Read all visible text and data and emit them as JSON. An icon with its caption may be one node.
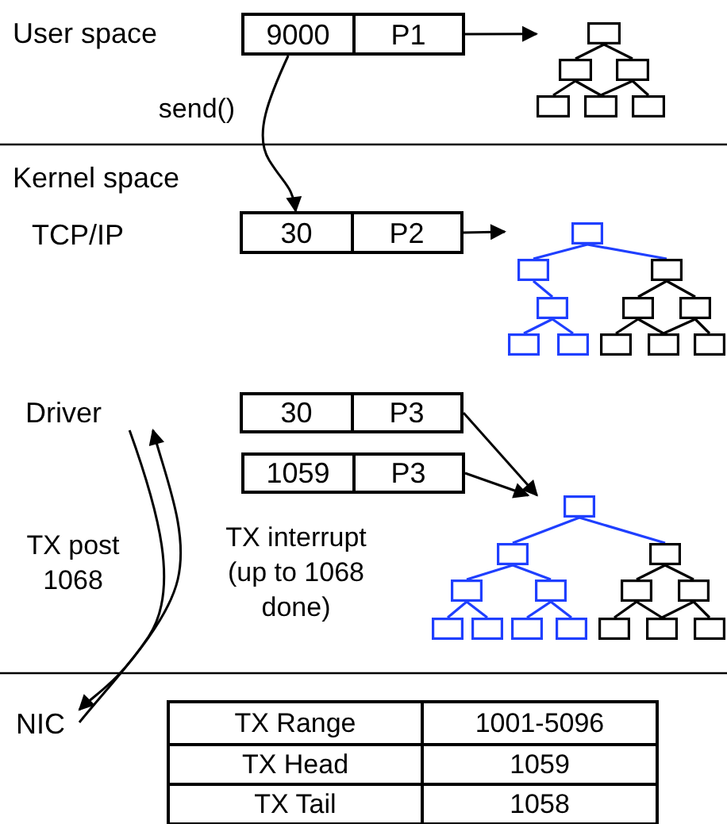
{
  "diagram": {
    "nodes": [
      {
        "text": [
          "9000",
          "P1"
        ]
      },
      {
        "text": [],
        "shape": "picture"
      },
      {
        "text": [
          "30",
          "P2"
        ]
      },
      {
        "text": [],
        "shape": "picture"
      },
      {
        "text": [
          "Driver"
        ]
      },
      {
        "text": [
          "30",
          "P3"
        ]
      },
      {
        "text": [
          "1059",
          "P3"
        ]
      },
      {
        "text": [],
        "shape": "picture"
      },
      {
        "text": [
          "NIC"
        ]
      }
    ],
    "edges": [
      {
        "from": 0,
        "to": 1,
        "arrow": "to"
      },
      {
        "from": 0,
        "to": 2,
        "arrow": "to",
        "label": "send()"
      },
      {
        "from": 2,
        "to": 3,
        "arrow": "to"
      },
      {
        "from": 5,
        "to": 7,
        "arrow": "to"
      },
      {
        "from": 6,
        "to": 7,
        "arrow": "to"
      },
      {
        "from": 4,
        "to": 8,
        "arrow": "to",
        "label": "TX post 1068"
      },
      {
        "from": 8,
        "to": 4,
        "arrow": "to",
        "label": "TX interrupt (up to 1068 done)"
      }
    ],
    "labels": [
      "User space",
      "Kernel space",
      "TCP/IP",
      "TX Range",
      "1001-5096",
      "TX Head",
      "1059",
      "TX Tail",
      "1058"
    ]
  }
}
